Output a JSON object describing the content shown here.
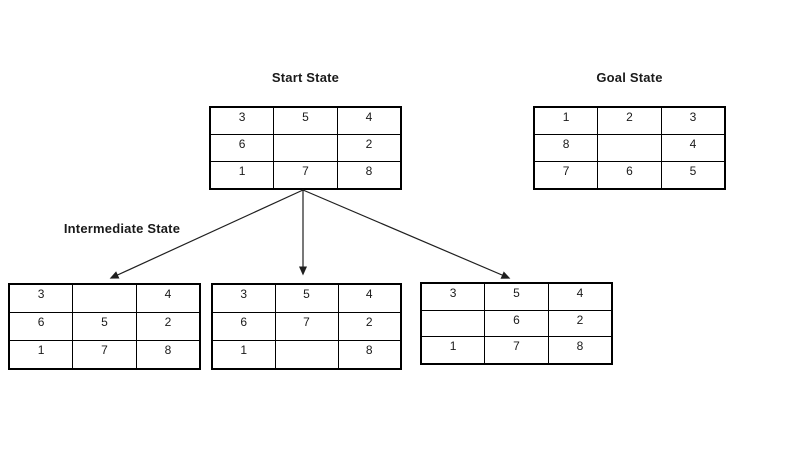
{
  "titles": {
    "start": "Start State",
    "goal": "Goal State",
    "intermediate": "Intermediate State"
  },
  "colors": {
    "background": "#ffffff",
    "line": "#1f1f1f",
    "text": "#1a1a1a"
  },
  "puzzles": {
    "start": {
      "rows": [
        [
          "3",
          "5",
          "4"
        ],
        [
          "6",
          "",
          "2"
        ],
        [
          "1",
          "7",
          "8"
        ]
      ]
    },
    "goal": {
      "rows": [
        [
          "1",
          "2",
          "3"
        ],
        [
          "8",
          "",
          "4"
        ],
        [
          "7",
          "6",
          "5"
        ]
      ]
    },
    "intermediate_left": {
      "rows": [
        [
          "3",
          "",
          "4"
        ],
        [
          "6",
          "5",
          "2"
        ],
        [
          "1",
          "7",
          "8"
        ]
      ]
    },
    "intermediate_middle": {
      "rows": [
        [
          "3",
          "5",
          "4"
        ],
        [
          "6",
          "7",
          "2"
        ],
        [
          "1",
          "",
          "8"
        ]
      ]
    },
    "intermediate_right": {
      "rows": [
        [
          "3",
          "5",
          "4"
        ],
        [
          "",
          "6",
          "2"
        ],
        [
          "1",
          "7",
          "8"
        ]
      ]
    }
  }
}
